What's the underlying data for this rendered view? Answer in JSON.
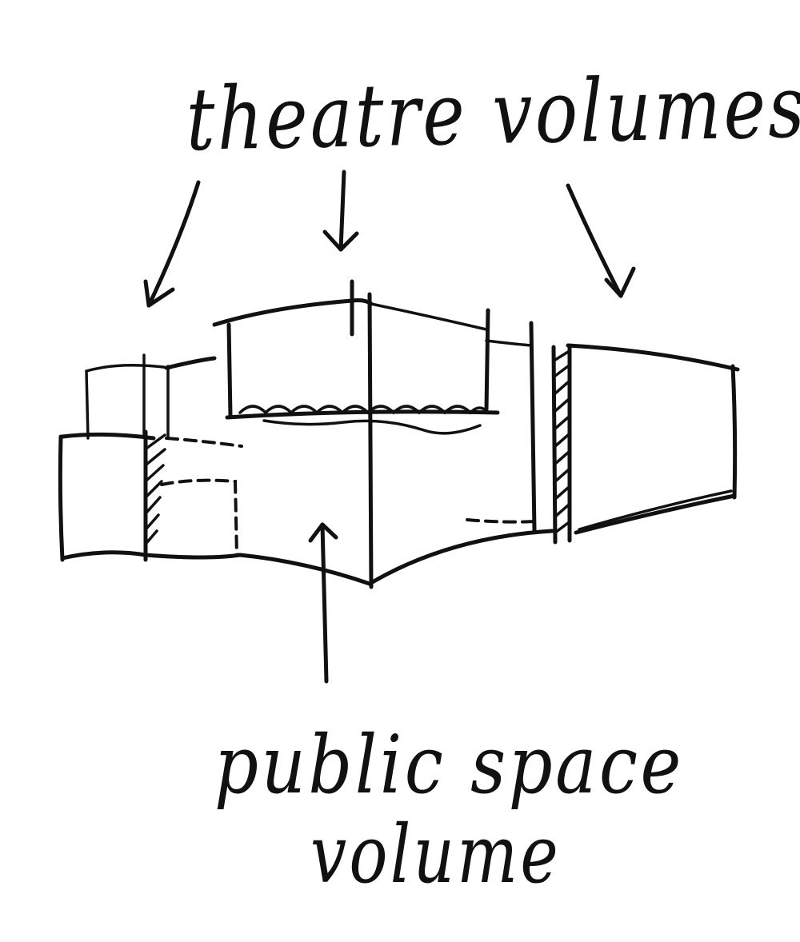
{
  "labels": {
    "theatre": "theatre volumes",
    "public_line1": "public space",
    "public_line2": "volume"
  },
  "colors": {
    "ink": "#111111",
    "paper": "#ffffff"
  }
}
